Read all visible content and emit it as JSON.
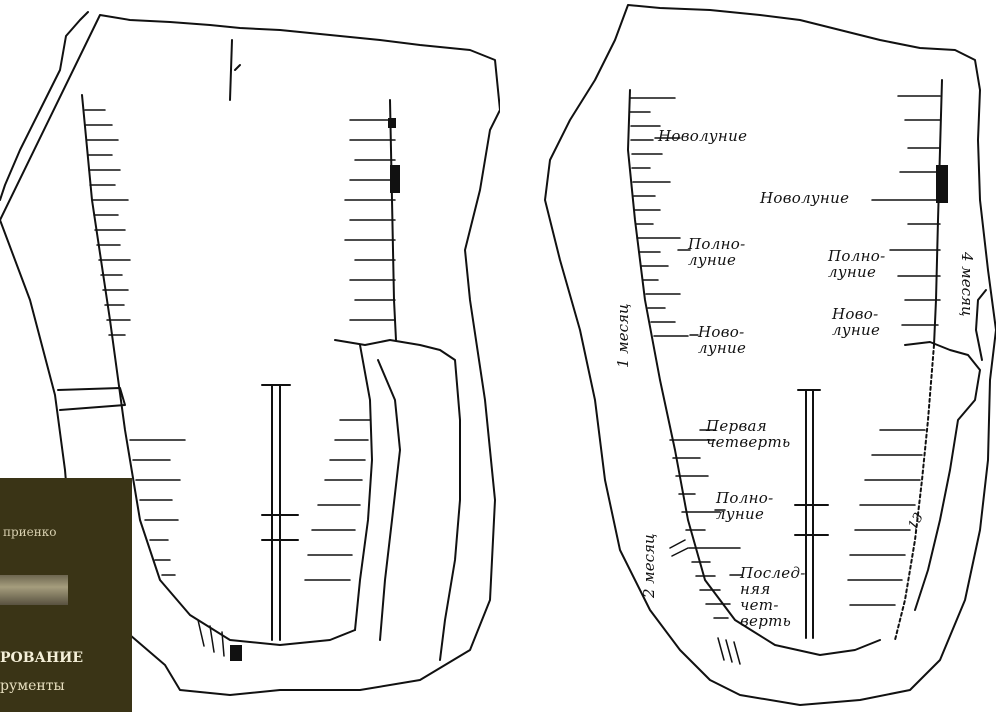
{
  "right_figure": {
    "labels": {
      "new_moon_1": "Новолуние",
      "new_moon_2": "Новолуние",
      "full_moon_1": "Полно-\nлуние",
      "full_moon_2": "Полно-\nлуние",
      "new_moon_3": "Ново-\nлуние",
      "new_moon_4": "Ново-\nлуние",
      "first_quarter": "Первая\nчетверть",
      "full_moon_3": "Полно-\nлуние",
      "last_quarter": "Послед-\nняя\nчет-\nверть"
    },
    "months": {
      "month_1": "1 месяц",
      "month_2": "2 месяц",
      "month_4": "4 месяц"
    },
    "number_13": "13"
  },
  "book_cover": {
    "author": "приенко",
    "title": "РОВАНИЕ",
    "subtitle": "рументы"
  }
}
